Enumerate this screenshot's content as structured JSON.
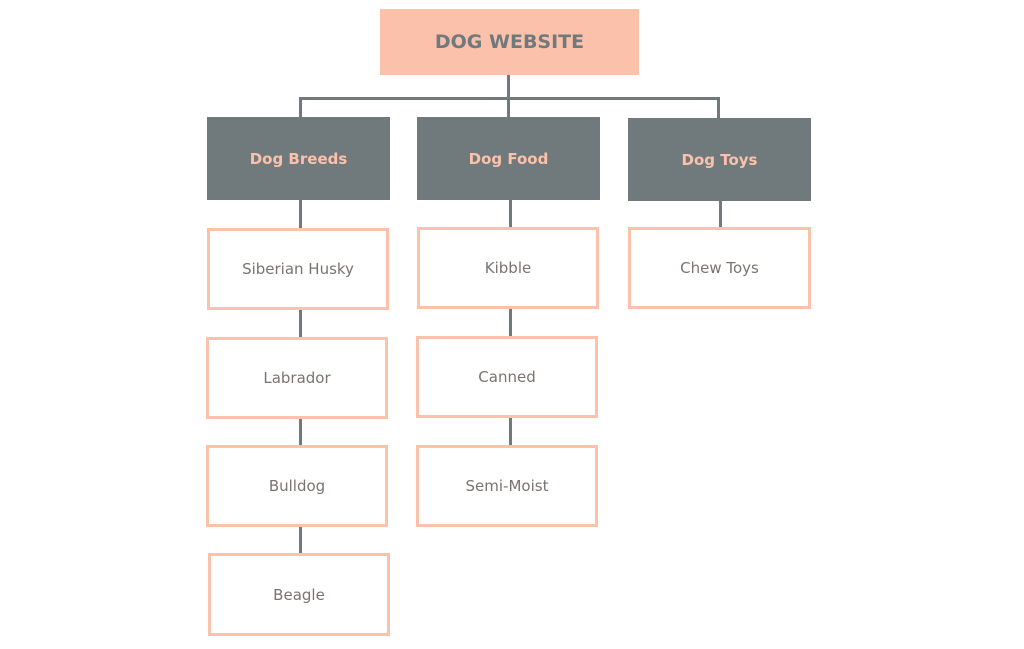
{
  "root": {
    "label": "DOG WEBSITE"
  },
  "categories": [
    {
      "label": "Dog Breeds",
      "items": [
        "Siberian Husky",
        "Labrador",
        "Bulldog",
        "Beagle"
      ]
    },
    {
      "label": "Dog Food",
      "items": [
        "Kibble",
        "Canned",
        "Semi-Moist"
      ]
    },
    {
      "label": "Dog Toys",
      "items": [
        "Chew Toys"
      ]
    }
  ],
  "colors": {
    "peach": "#fcc1ab",
    "slate": "#707a7c",
    "leaf_text": "#7a7370",
    "background": "#ffffff"
  }
}
